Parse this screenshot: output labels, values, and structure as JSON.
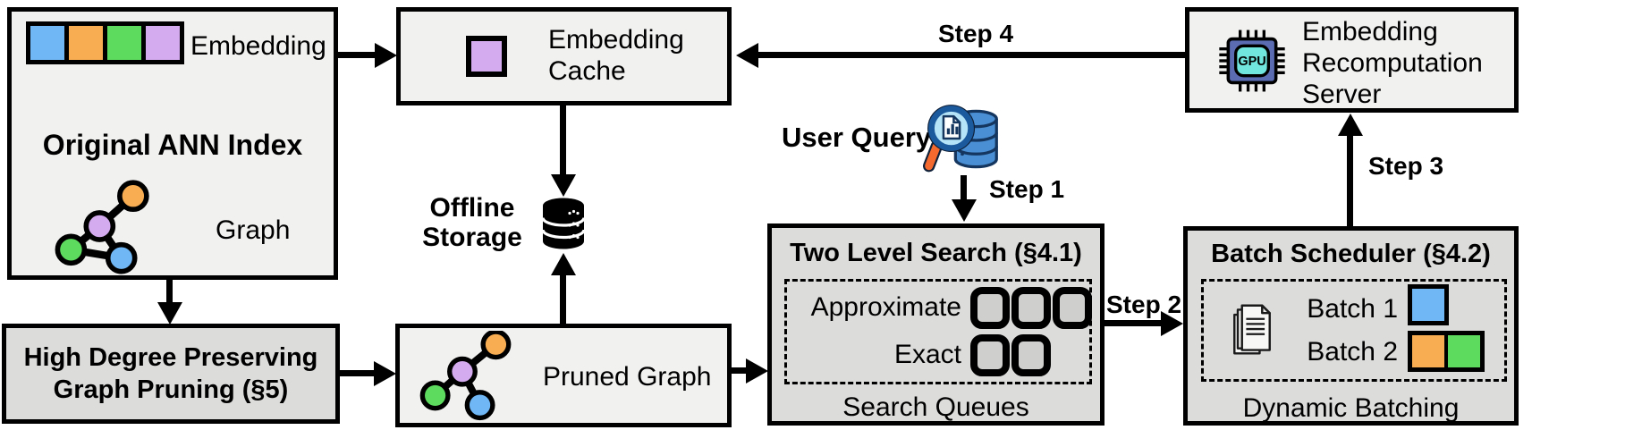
{
  "colors": {
    "blue": "#6fb7f5",
    "orange": "#f8ad52",
    "green": "#5ddb5f",
    "purple": "#d5abf0",
    "box_light": "#f1f1f0",
    "box_dark": "#dcdcdb",
    "queue_fill": "#cfcfce",
    "gpu_body": "#5b6cb3",
    "gpu_core": "#70e6de",
    "query_db": "#4a8fd3",
    "query_lens": "#b5e3f7",
    "query_rim": "#1c5a9e",
    "query_handle": "#f4692e"
  },
  "nodes": {
    "original_index": {
      "title": "Original ANN Index",
      "embedding_label": "Embedding",
      "graph_label": "Graph"
    },
    "embedding_cache": {
      "label": "Embedding Cache"
    },
    "offline_storage": {
      "label": "Offline Storage"
    },
    "recomputation_server": {
      "label": "Embedding Recomputation Server"
    },
    "user_query": {
      "label": "User Query"
    },
    "two_level_search": {
      "title": "Two Level Search (§4.1)",
      "approximate_label": "Approximate",
      "exact_label": "Exact",
      "caption": "Search Queues"
    },
    "batch_scheduler": {
      "title": "Batch Scheduler (§4.2)",
      "batch1_label": "Batch 1",
      "batch2_label": "Batch 2",
      "caption": "Dynamic Batching"
    },
    "graph_pruning": {
      "title": "High Degree Preserving Graph Pruning (§5)"
    },
    "pruned_graph": {
      "label": "Pruned Graph"
    }
  },
  "steps": {
    "s1": "Step 1",
    "s2": "Step 2",
    "s3": "Step 3",
    "s4": "Step 4"
  },
  "icons": {
    "gpu_text": "GPU"
  }
}
